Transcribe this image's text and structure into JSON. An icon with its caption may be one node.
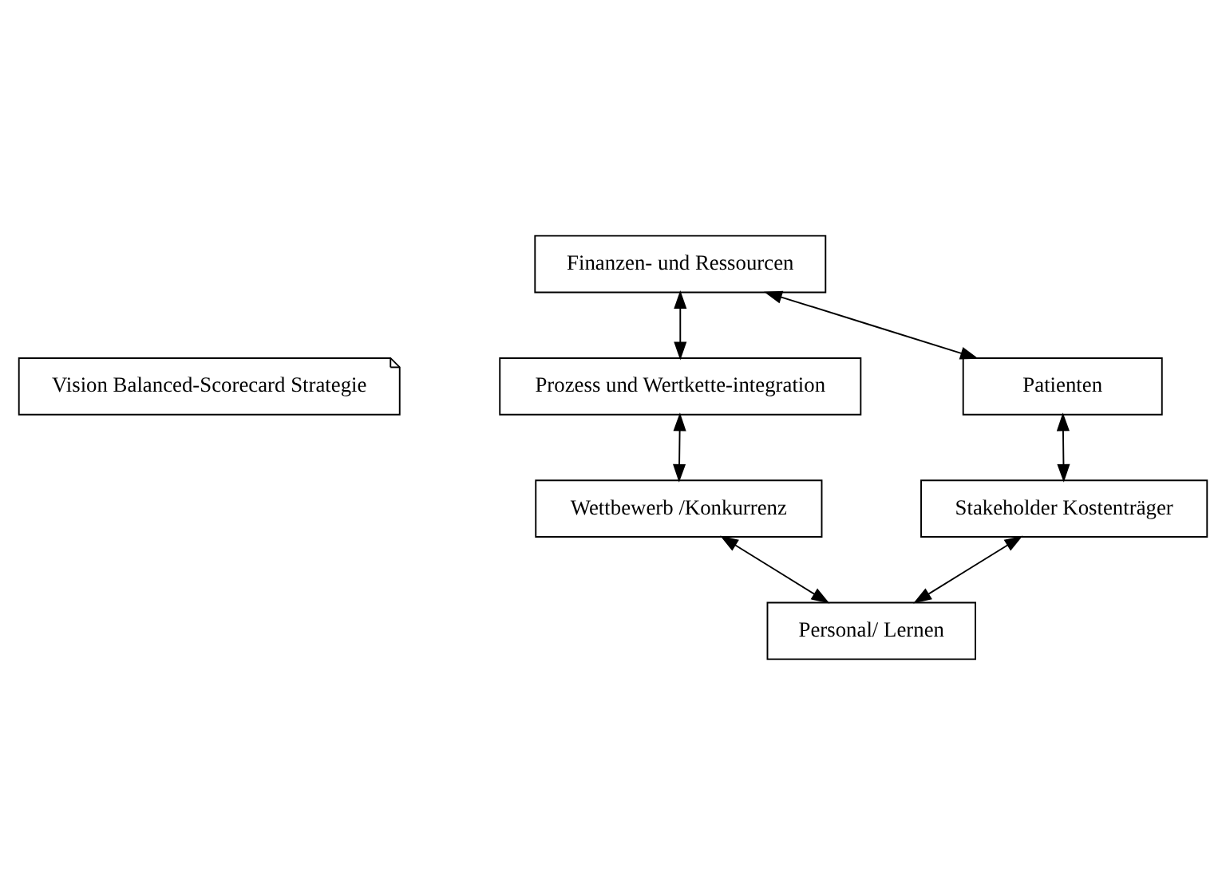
{
  "diagram": {
    "nodes": [
      {
        "text": [
          "Finanzen- und Ressourcen"
        ]
      },
      {
        "text": [
          "Patienten"
        ]
      },
      {
        "text": [
          "Vision Balanced-Scorecard Strategie"
        ]
      },
      {
        "text": [
          "Prozess und Wertkette-integration"
        ]
      },
      {
        "text": [
          "Stakeholder Kostenträger"
        ]
      },
      {
        "text": [
          "Wettbewerb /Konkurrenz"
        ]
      },
      {
        "text": [
          "Personal/ Lernen"
        ]
      }
    ],
    "edges": [
      {
        "from": 1,
        "to": 0,
        "arrow": "both"
      },
      {
        "from": 0,
        "to": 3,
        "arrow": "both"
      },
      {
        "from": 1,
        "to": 4,
        "arrow": "both"
      },
      {
        "from": 3,
        "to": 5,
        "arrow": "both"
      },
      {
        "from": 4,
        "to": 6,
        "arrow": "both"
      },
      {
        "from": 6,
        "to": 5,
        "arrow": "both"
      }
    ]
  }
}
